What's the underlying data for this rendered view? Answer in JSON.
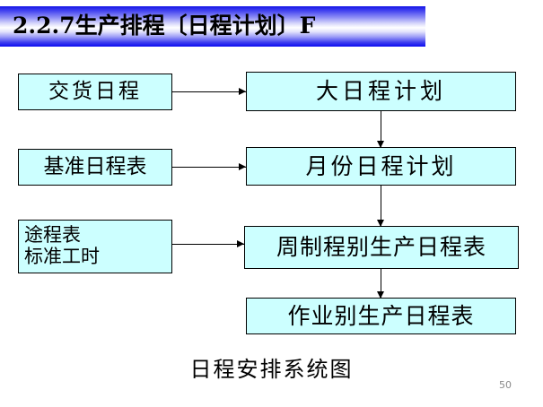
{
  "slide": {
    "title": "2.2.7生产排程〔日程计划〕F",
    "caption": "日程安排系统图",
    "page_number": "50",
    "colors": {
      "box_fill": "#ccffff",
      "box_border": "#000000",
      "title_gradient_blue": "#1414e6",
      "title_gradient_white": "#ffffff",
      "page_number_color": "#8a8a8a"
    }
  },
  "diagram": {
    "boxes": [
      {
        "id": "delivery-schedule",
        "label": "交货日程"
      },
      {
        "id": "master-plan",
        "label": "大日程计划"
      },
      {
        "id": "standard-table",
        "label": "基准日程表"
      },
      {
        "id": "monthly-plan",
        "label": "月份日程计划"
      },
      {
        "id": "route-hours",
        "label": "途程表\n标准工时"
      },
      {
        "id": "weekly-process",
        "label": "周制程别生产日程表"
      },
      {
        "id": "operation-schedule",
        "label": "作业别生产日程表"
      }
    ]
  }
}
